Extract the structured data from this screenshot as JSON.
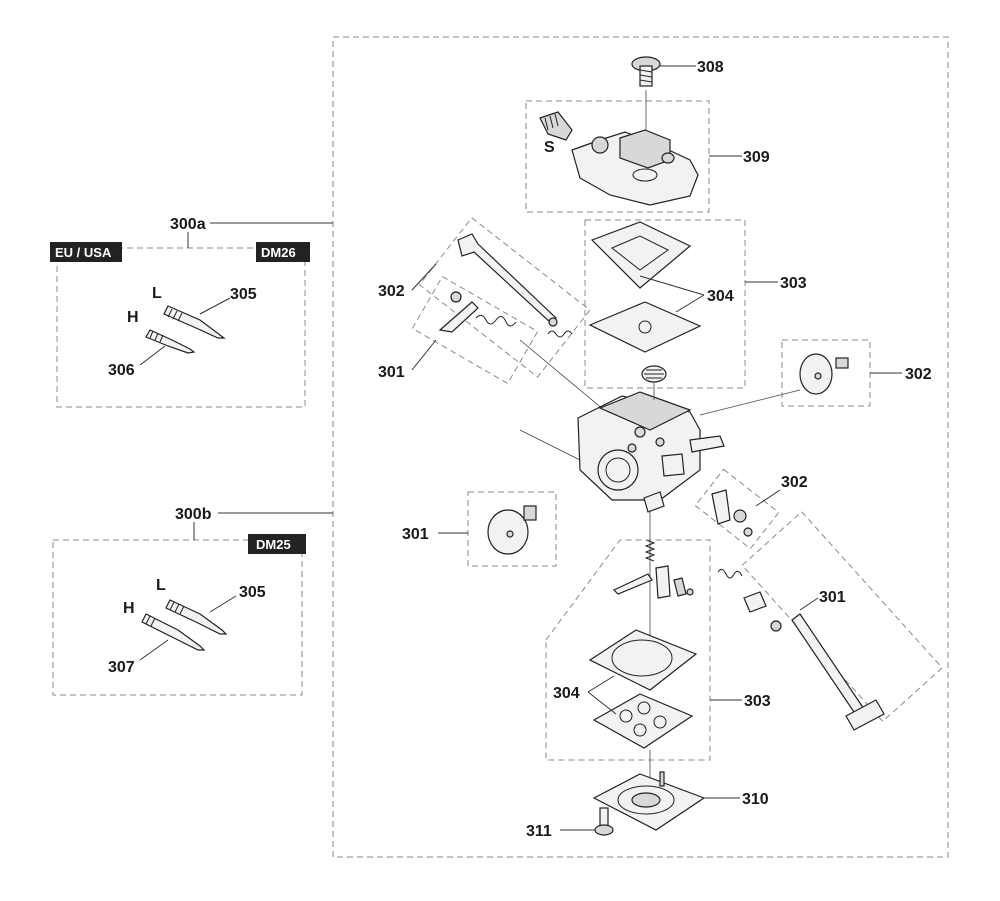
{
  "groups": {
    "g300a": "300a",
    "g300b": "300b"
  },
  "tags": {
    "eu_usa": "EU / USA",
    "dm26": "DM26",
    "dm25": "DM25"
  },
  "letters": {
    "l_a": "L",
    "h_a": "H",
    "l_b": "L",
    "h_b": "H",
    "s": "S"
  },
  "callouts": {
    "c305a": "305",
    "c306": "306",
    "c305b": "305",
    "c307": "307",
    "c308": "308",
    "c309": "309",
    "c302a": "302",
    "c303a": "303",
    "c304a": "304",
    "c301a": "301",
    "c302b": "302",
    "c302c": "302",
    "c301b": "301",
    "c301c": "301",
    "c304b": "304",
    "c303b": "303",
    "c310": "310",
    "c311": "311"
  },
  "colors": {
    "tag_bg": "#222222",
    "line": "#333333",
    "dash": "#8a8a8a"
  }
}
